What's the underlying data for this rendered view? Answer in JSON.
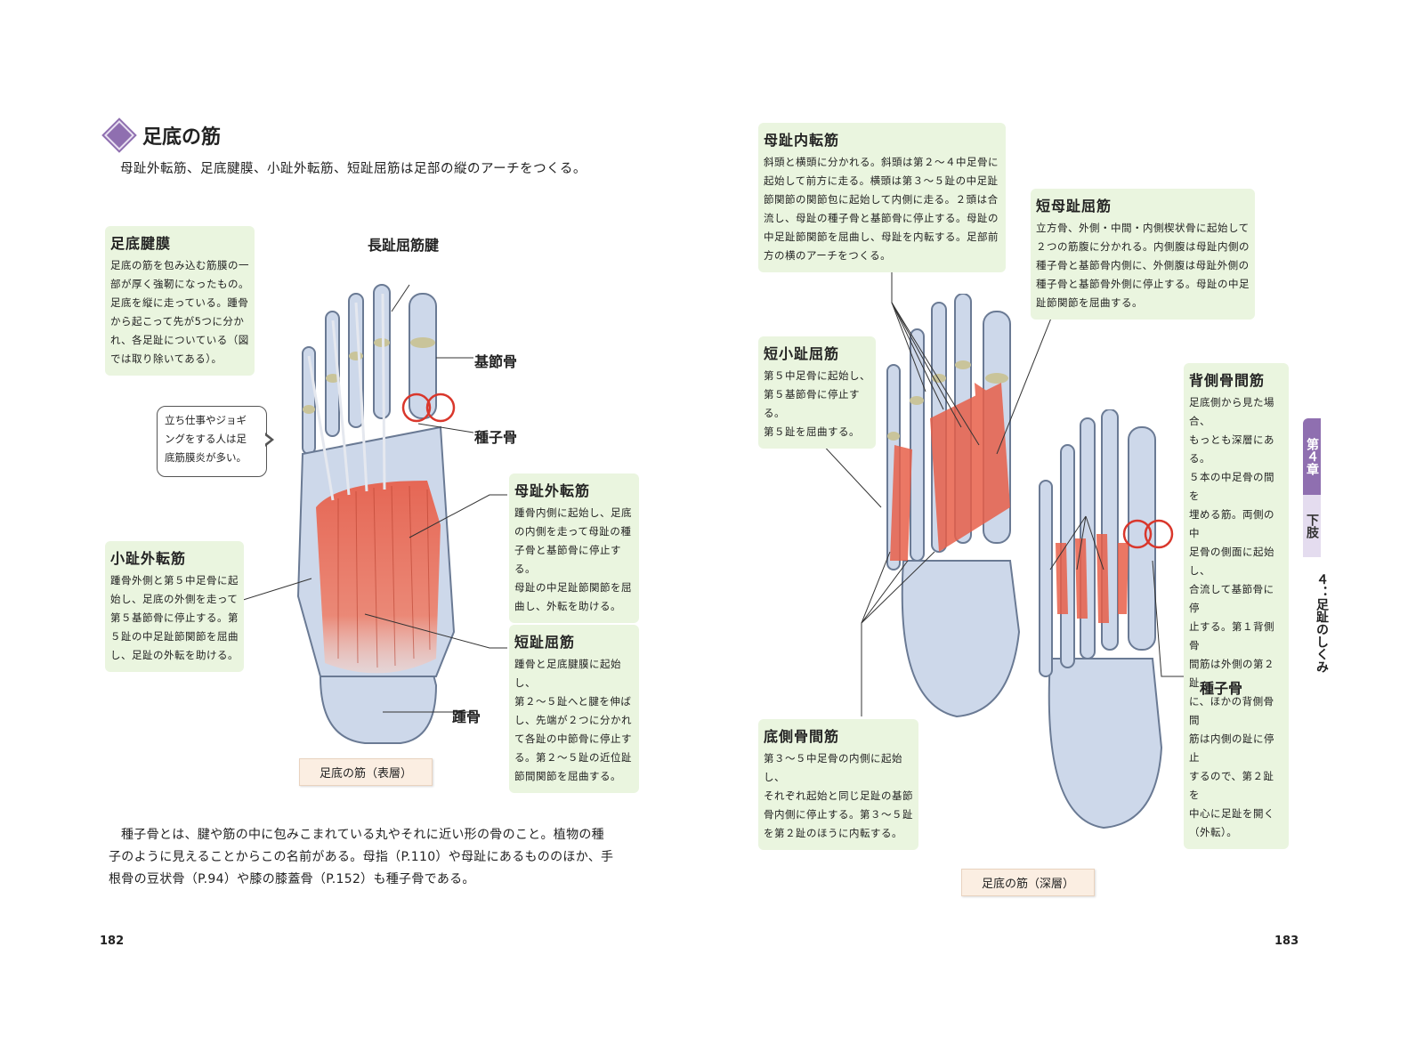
{
  "section": {
    "title": "足底の筋",
    "lead": "母趾外転筋、足底腱膜、小趾外転筋、短趾屈筋は足部の縦のアーチをつくる。"
  },
  "left_boxes": {
    "sokutei_kenmaku": {
      "title": "足底腱膜",
      "lines": [
        "足底の筋を包み込む筋膜の一",
        "部が厚く強靭になったもの。",
        "足底を縦に走っている。踵骨",
        "から起こって先が5つに分か",
        "れ、各足趾についている（図",
        "では取り除いてある）。"
      ]
    },
    "shoushi_gaitenkin": {
      "title": "小趾外転筋",
      "lines": [
        "踵骨外側と第５中足骨に起",
        "始し、足底の外側を走って",
        "第５基節骨に停止する。第",
        "５趾の中足趾節関節を屈曲",
        "し、足趾の外転を助ける。"
      ]
    },
    "boshi_gaitenkin": {
      "title": "母趾外転筋",
      "lines": [
        "踵骨内側に起始し、足底",
        "の内側を走って母趾の種",
        "子骨と基節骨に停止する。",
        "母趾の中足趾節関節を屈",
        "曲し、外転を助ける。"
      ]
    },
    "tanshi_kukkin": {
      "title": "短趾屈筋",
      "lines": [
        "踵骨と足底腱膜に起始し、",
        "第２～５趾へと腱を伸ば",
        "し、先端が２つに分かれ",
        "て各趾の中節骨に停止す",
        "る。第２～５趾の近位趾",
        "節間関節を屈曲する。"
      ]
    }
  },
  "left_labels": {
    "choushi_kukkin_ken": "長趾屈筋腱",
    "kisetsukotsu": "基節骨",
    "shushikotsu": "種子骨",
    "shoukotsu": "踵骨"
  },
  "bubble": {
    "lines": [
      "立ち仕事やジョギ",
      "ングをする人は足",
      "底筋膜炎が多い。"
    ]
  },
  "caption_left": "足底の筋（表層）",
  "body_text": {
    "lines": [
      "種子骨とは、腱や筋の中に包みこまれている丸やそれに近い形の骨のこと。植物の種",
      "子のように見えることからこの名前がある。母指（P.110）や母趾にあるもののほか、手",
      "根骨の豆状骨（P.94）や膝の膝蓋骨（P.152）も種子骨である。"
    ]
  },
  "page_left": "182",
  "right_boxes": {
    "boshi_naitenkin": {
      "title": "母趾内転筋",
      "lines": [
        "斜頭と横頭に分かれる。斜頭は第２～４中足骨に",
        "起始して前方に走る。横頭は第３～５趾の中足趾",
        "節関節の関節包に起始して内側に走る。２頭は合",
        "流し、母趾の種子骨と基節骨に停止する。母趾の",
        "中足趾節関節を屈曲し、母趾を内転する。足部前",
        "方の横のアーチをつくる。"
      ]
    },
    "tanboshi_kukkin": {
      "title": "短母趾屈筋",
      "lines": [
        "立方骨、外側・中間・内側楔状骨に起始して",
        "２つの筋腹に分かれる。内側腹は母趾内側の",
        "種子骨と基節骨内側に、外側腹は母趾外側の",
        "種子骨と基節骨外側に停止する。母趾の中足",
        "趾節関節を屈曲する。"
      ]
    },
    "tanshoushi_kukkin": {
      "title": "短小趾屈筋",
      "lines": [
        "第５中足骨に起始し、",
        "第５基節骨に停止する。",
        "第５趾を屈曲する。"
      ]
    },
    "haisoku_kotsukankin": {
      "title": "背側骨間筋",
      "lines": [
        "足底側から見た場合、",
        "もっとも深層にある。",
        "５本の中足骨の間を",
        "埋める筋。両側の中",
        "足骨の側面に起始し、",
        "合流して基節骨に停",
        "止する。第１背側骨",
        "間筋は外側の第２趾",
        "に、ほかの背側骨間",
        "筋は内側の趾に停止",
        "するので、第２趾を",
        "中心に足趾を開く",
        "（外転）。"
      ]
    },
    "teisoku_kotsukankin": {
      "title": "底側骨間筋",
      "lines": [
        "第３～５中足骨の内側に起始し、",
        "それぞれ起始と同じ足趾の基節",
        "骨内側に停止する。第３～５趾",
        "を第２趾のほうに内転する。"
      ]
    }
  },
  "right_labels": {
    "shushikotsu": "種子骨"
  },
  "caption_right": "足底の筋（深層）",
  "side_tab": {
    "chapter": "第４章",
    "part": "下肢",
    "section": "４：足趾のしくみ"
  },
  "page_right": "183",
  "colors": {
    "accent": "#8f6fb0",
    "box_bg": "#eaf5df",
    "bone": "#cdd8ea",
    "muscle": "#e8604a",
    "seed_ring": "#d9372c"
  }
}
